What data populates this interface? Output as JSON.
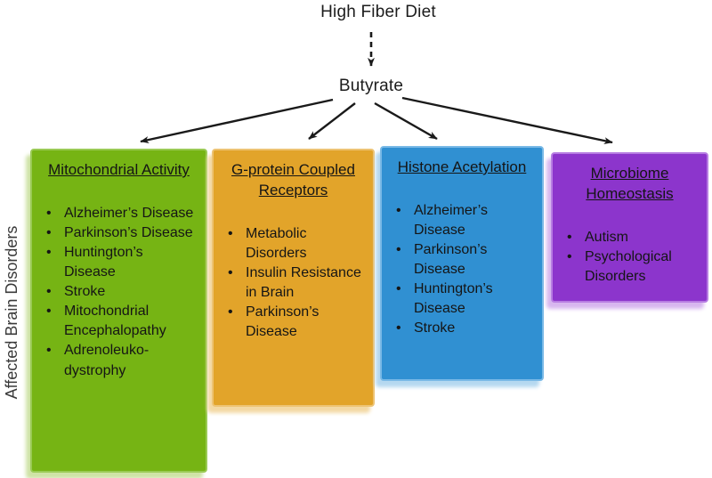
{
  "flow": {
    "source": "High Fiber Diet",
    "intermediate": "Butyrate"
  },
  "side_label": "Affected Brain Disorders",
  "colors": {
    "arrow": "#1a1a1a",
    "background": "#ffffff"
  },
  "boxes": [
    {
      "id": "mitochondrial-activity",
      "title": "Mitochondrial Activity",
      "fill": "#76b414",
      "border": "#9aca55",
      "shadow": "#cfe3a6",
      "items": [
        "Alzheimer’s Disease",
        "Parkinson’s Disease",
        "Huntington’s Disease",
        "Stroke",
        "Mitochondrial Encephalopathy",
        "Adrenoleuko-dystrophy"
      ]
    },
    {
      "id": "g-protein-coupled-receptors",
      "title": "G-protein Coupled Receptors",
      "fill": "#e2a42a",
      "border": "#edc373",
      "shadow": "#f3d9a4",
      "items": [
        "Metabolic Disorders",
        "Insulin Resistance in Brain",
        "Parkinson’s Disease"
      ]
    },
    {
      "id": "histone-acetylation",
      "title": "Histone Acetylation",
      "fill": "#3090d2",
      "border": "#79b9e6",
      "shadow": "#b5d8f0",
      "items": [
        "Alzheimer’s Disease",
        "Parkinson’s Disease",
        "Huntington’s Disease",
        "Stroke"
      ]
    },
    {
      "id": "microbiome-homeostasis",
      "title": "Microbiome Homeostasis",
      "fill": "#8c35cc",
      "border": "#b77de2",
      "shadow": "#d7b6ef",
      "items": [
        "Autism",
        "Psychological Disorders"
      ]
    }
  ]
}
